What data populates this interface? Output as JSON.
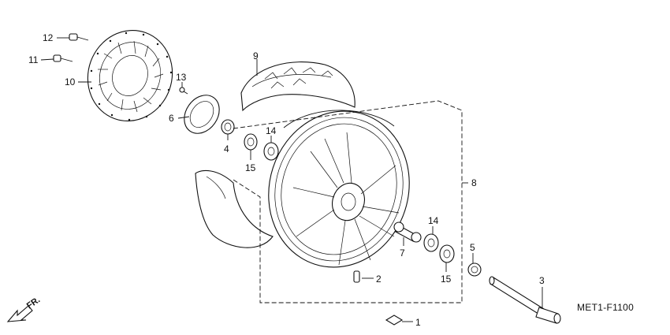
{
  "diagram": {
    "code": "MET1-F1100",
    "direction_label": "FR.",
    "callouts": {
      "c1": "1",
      "c2": "2",
      "c3": "3",
      "c4": "4",
      "c5": "5",
      "c6": "6",
      "c7": "7",
      "c8": "8",
      "c9": "9",
      "c10": "10",
      "c11": "11",
      "c12": "12",
      "c13": "13",
      "c14a": "14",
      "c14b": "14",
      "c15a": "15",
      "c15b": "15"
    }
  }
}
